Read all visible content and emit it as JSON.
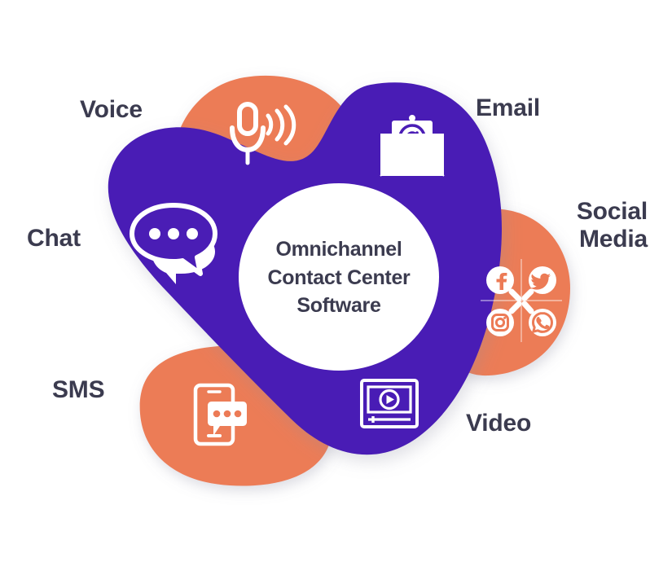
{
  "graphic": {
    "title": "Omnichannel Contact Center Software",
    "type": "channel-blob-infographic"
  },
  "center": {
    "line1": "Omnichannel",
    "line2": "Contact Center",
    "line3": "Software"
  },
  "channels": [
    {
      "key": "voice",
      "label": "Voice",
      "icon": "microphone-icon",
      "blob": "orange",
      "icon_color": "#ffffff"
    },
    {
      "key": "email",
      "label": "Email",
      "icon": "envelope-at-icon",
      "blob": "purple",
      "icon_color": "#ffffff"
    },
    {
      "key": "social",
      "label": "Social\nMedia",
      "label_line1": "Social",
      "label_line2": "Media",
      "icon": "social-icons-grid",
      "blob": "orange",
      "icon_color": "#ffffff"
    },
    {
      "key": "video",
      "label": "Video",
      "icon": "video-player-icon",
      "blob": "purple",
      "icon_color": "#ffffff"
    },
    {
      "key": "sms",
      "label": "SMS",
      "icon": "phone-message-icon",
      "blob": "orange",
      "icon_color": "#ffffff"
    },
    {
      "key": "chat",
      "label": "Chat",
      "icon": "chat-bubbles-icon",
      "blob": "purple",
      "icon_color": "#ffffff"
    }
  ],
  "social_icons": [
    {
      "name": "facebook-icon",
      "glyph": "f"
    },
    {
      "name": "twitter-icon",
      "glyph": "bird"
    },
    {
      "name": "instagram-icon",
      "glyph": "camera"
    },
    {
      "name": "whatsapp-icon",
      "glyph": "phone"
    }
  ],
  "colors": {
    "purple": "#4a1db5",
    "orange": "#ec7b56",
    "white": "#ffffff",
    "text": "#3b3b4f",
    "background": "#ffffff"
  }
}
